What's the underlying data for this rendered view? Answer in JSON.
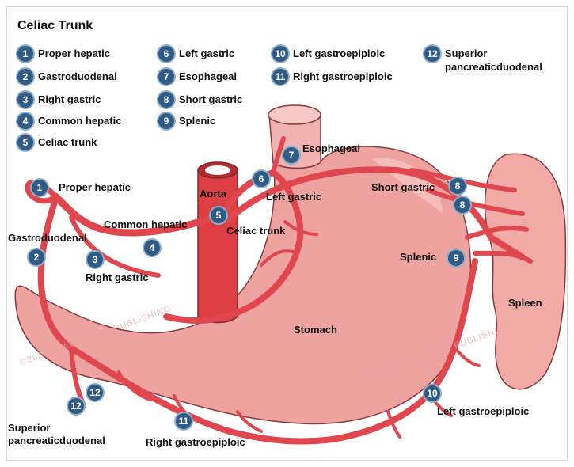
{
  "title": "Celiac Trunk",
  "legend": [
    {
      "num": "1",
      "label": "Proper hepatic"
    },
    {
      "num": "2",
      "label": "Gastroduodenal"
    },
    {
      "num": "3",
      "label": "Right gastric"
    },
    {
      "num": "4",
      "label": "Common hepatic"
    },
    {
      "num": "5",
      "label": "Celiac trunk"
    },
    {
      "num": "6",
      "label": "Left gastric"
    },
    {
      "num": "7",
      "label": "Esophageal"
    },
    {
      "num": "8",
      "label": "Short gastric"
    },
    {
      "num": "9",
      "label": "Splenic"
    },
    {
      "num": "10",
      "label": "Left gastroepiploic"
    },
    {
      "num": "11",
      "label": "Right gastroepiploic"
    },
    {
      "num": "12",
      "label": "Superior pancreaticduodenal"
    }
  ],
  "labels": {
    "proper_hepatic": "Proper hepatic",
    "gastroduodenal": "Gastroduodenal",
    "right_gastric": "Right gastric",
    "common_hepatic": "Common hepatic",
    "aorta": "Aorta",
    "celiac_trunk": "Celiac trunk",
    "left_gastric": "Left gastric",
    "esophageal": "Esophageal",
    "short_gastric": "Short gastric",
    "splenic": "Splenic",
    "spleen": "Spleen",
    "stomach": "Stomach",
    "left_gastroepiploic": "Left gastroepiploic",
    "right_gastroepiploic": "Right gastroepiploic",
    "superior_pancreaticduodenal": "Superior pancreaticduodenal"
  },
  "markers": {
    "m1": "1",
    "m2": "2",
    "m3": "3",
    "m4": "4",
    "m5": "5",
    "m6": "6",
    "m7": "7",
    "m8a": "8",
    "m8b": "8",
    "m9": "9",
    "m10": "10",
    "m11": "11",
    "m12a": "12",
    "m12b": "12"
  },
  "watermark": "©2020 STATPEARLS PUBLISHING",
  "colors": {
    "stomach": "#eea3a1",
    "vessel": "#e0464d",
    "spleen": "#f1aaa6",
    "outline": "#8a3a3a",
    "badge": "#2f5b84"
  }
}
